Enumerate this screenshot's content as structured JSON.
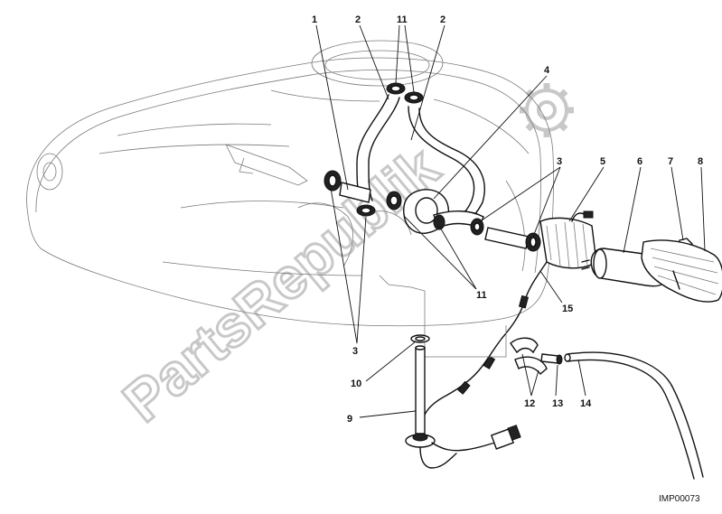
{
  "callouts": {
    "c1": "1",
    "c2a": "2",
    "c2b": "2",
    "c11a": "11",
    "c4": "4",
    "c3a": "3",
    "c5": "5",
    "c6": "6",
    "c7": "7",
    "c8": "8",
    "c11b": "11",
    "c15": "15",
    "c3b": "3",
    "c10": "10",
    "c12": "12",
    "c13": "13",
    "c14": "14",
    "c9": "9"
  },
  "diagram_code": "IMP00073",
  "watermark": "PartsRepublik",
  "colors": {
    "ink": "#111111",
    "outline": "#7a7a7a",
    "watermark": "#c8c8c8"
  }
}
